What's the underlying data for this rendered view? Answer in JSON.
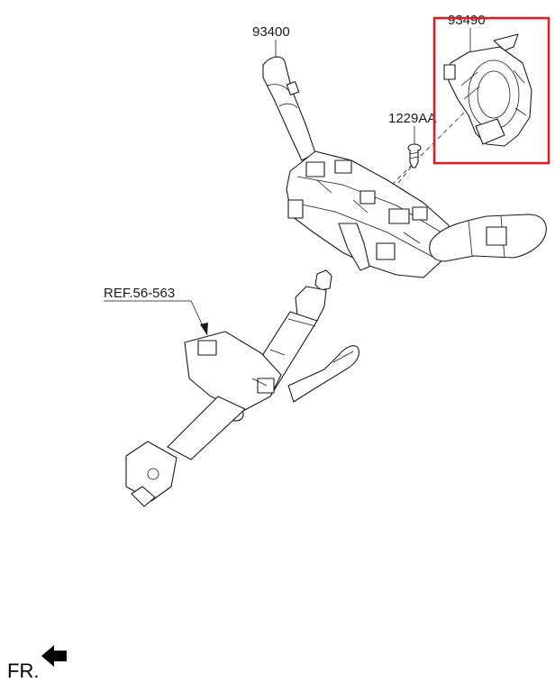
{
  "labels": {
    "switch_assembly": "93400",
    "clock_spring": "93490",
    "screw": "1229AA",
    "reference": "REF.56-563",
    "front": "FR."
  },
  "colors": {
    "highlight_box": "#e8191e",
    "line_art": "#1a1a1a",
    "background": "#ffffff"
  },
  "icons": {
    "front_arrow": "front-direction-arrow-icon"
  }
}
